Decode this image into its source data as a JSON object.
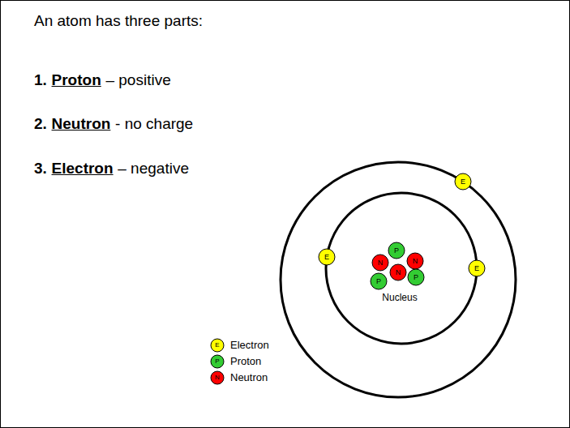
{
  "diagram": {
    "title": "An atom has three parts:",
    "nodes": [
      {
        "text": [
          "E"
        ]
      },
      {
        "text": [
          "P"
        ]
      },
      {
        "text": [
          "E"
        ]
      },
      {
        "text": [
          "N"
        ]
      },
      {
        "text": [
          "N"
        ]
      },
      {
        "text": [
          "E"
        ]
      },
      {
        "text": [
          "N"
        ]
      },
      {
        "text": [
          "P"
        ]
      },
      {
        "text": [
          "P"
        ]
      }
    ],
    "labels": [
      "1.",
      "Proton",
      "– positive",
      "2.",
      "Neutron",
      "- no charge",
      "3.",
      "Electron",
      "– negative",
      "Nucleus",
      "E",
      "P",
      "N"
    ],
    "legend": [
      {
        "text": "Electron",
        "color": "#ffff00"
      },
      {
        "text": "Proton",
        "color": "#33cc33"
      },
      {
        "text": "Neutron",
        "color": "#ff0000"
      }
    ]
  }
}
